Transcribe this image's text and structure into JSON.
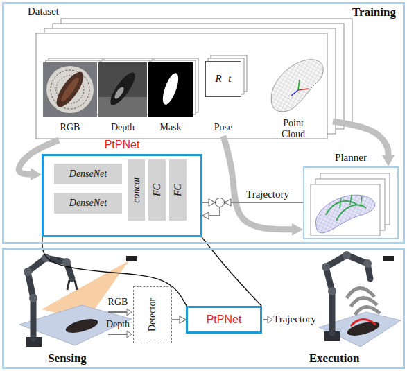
{
  "diagram": {
    "nodes": [
      {
        "text": [
          "Training"
        ]
      },
      {
        "text": [
          "Dataset"
        ],
        "in": 0
      },
      {
        "text": [
          "R t",
          "Pose"
        ],
        "in": 1
      },
      {
        "text": [
          "PtPNet"
        ],
        "in": 0
      },
      {
        "text": [
          "DenseNet"
        ],
        "in": 3
      },
      {
        "text": [
          "DenseNet"
        ],
        "in": 3
      },
      {
        "text": [
          "concat"
        ],
        "in": 3
      },
      {
        "text": [
          "FC"
        ],
        "in": 3
      },
      {
        "text": [
          "FC"
        ],
        "in": 3
      },
      {
        "text": [
          "−"
        ],
        "in": 0
      },
      {
        "text": [
          "Planner"
        ],
        "in": 0
      },
      {
        "text": [
          "Sensing",
          "Execution"
        ]
      },
      {
        "text": [
          "Detector"
        ],
        "in": 11
      },
      {
        "text": [
          "PtPNet"
        ],
        "in": 11
      }
    ],
    "edges": [
      {
        "from": 1,
        "to": 3,
        "arrow": "to"
      },
      {
        "from": 2,
        "to": 10,
        "arrow": "to"
      },
      {
        "from": 1,
        "to": 10,
        "arrow": "to"
      },
      {
        "from": 10,
        "to": 9,
        "label": "Trajectory",
        "arrow": "to"
      },
      {
        "from": 3,
        "to": 9,
        "arrow": "to"
      },
      {
        "from": 9,
        "to": 3,
        "arrow": "to"
      },
      {
        "from": 3,
        "to": 13,
        "arrow": "none"
      },
      {
        "from": 12,
        "to": 13,
        "arrow": "to"
      }
    ],
    "labels": [
      "RGB",
      "Depth",
      "Mask",
      "Point Cloud",
      "RGB",
      "Depth",
      "Trajectory"
    ]
  }
}
